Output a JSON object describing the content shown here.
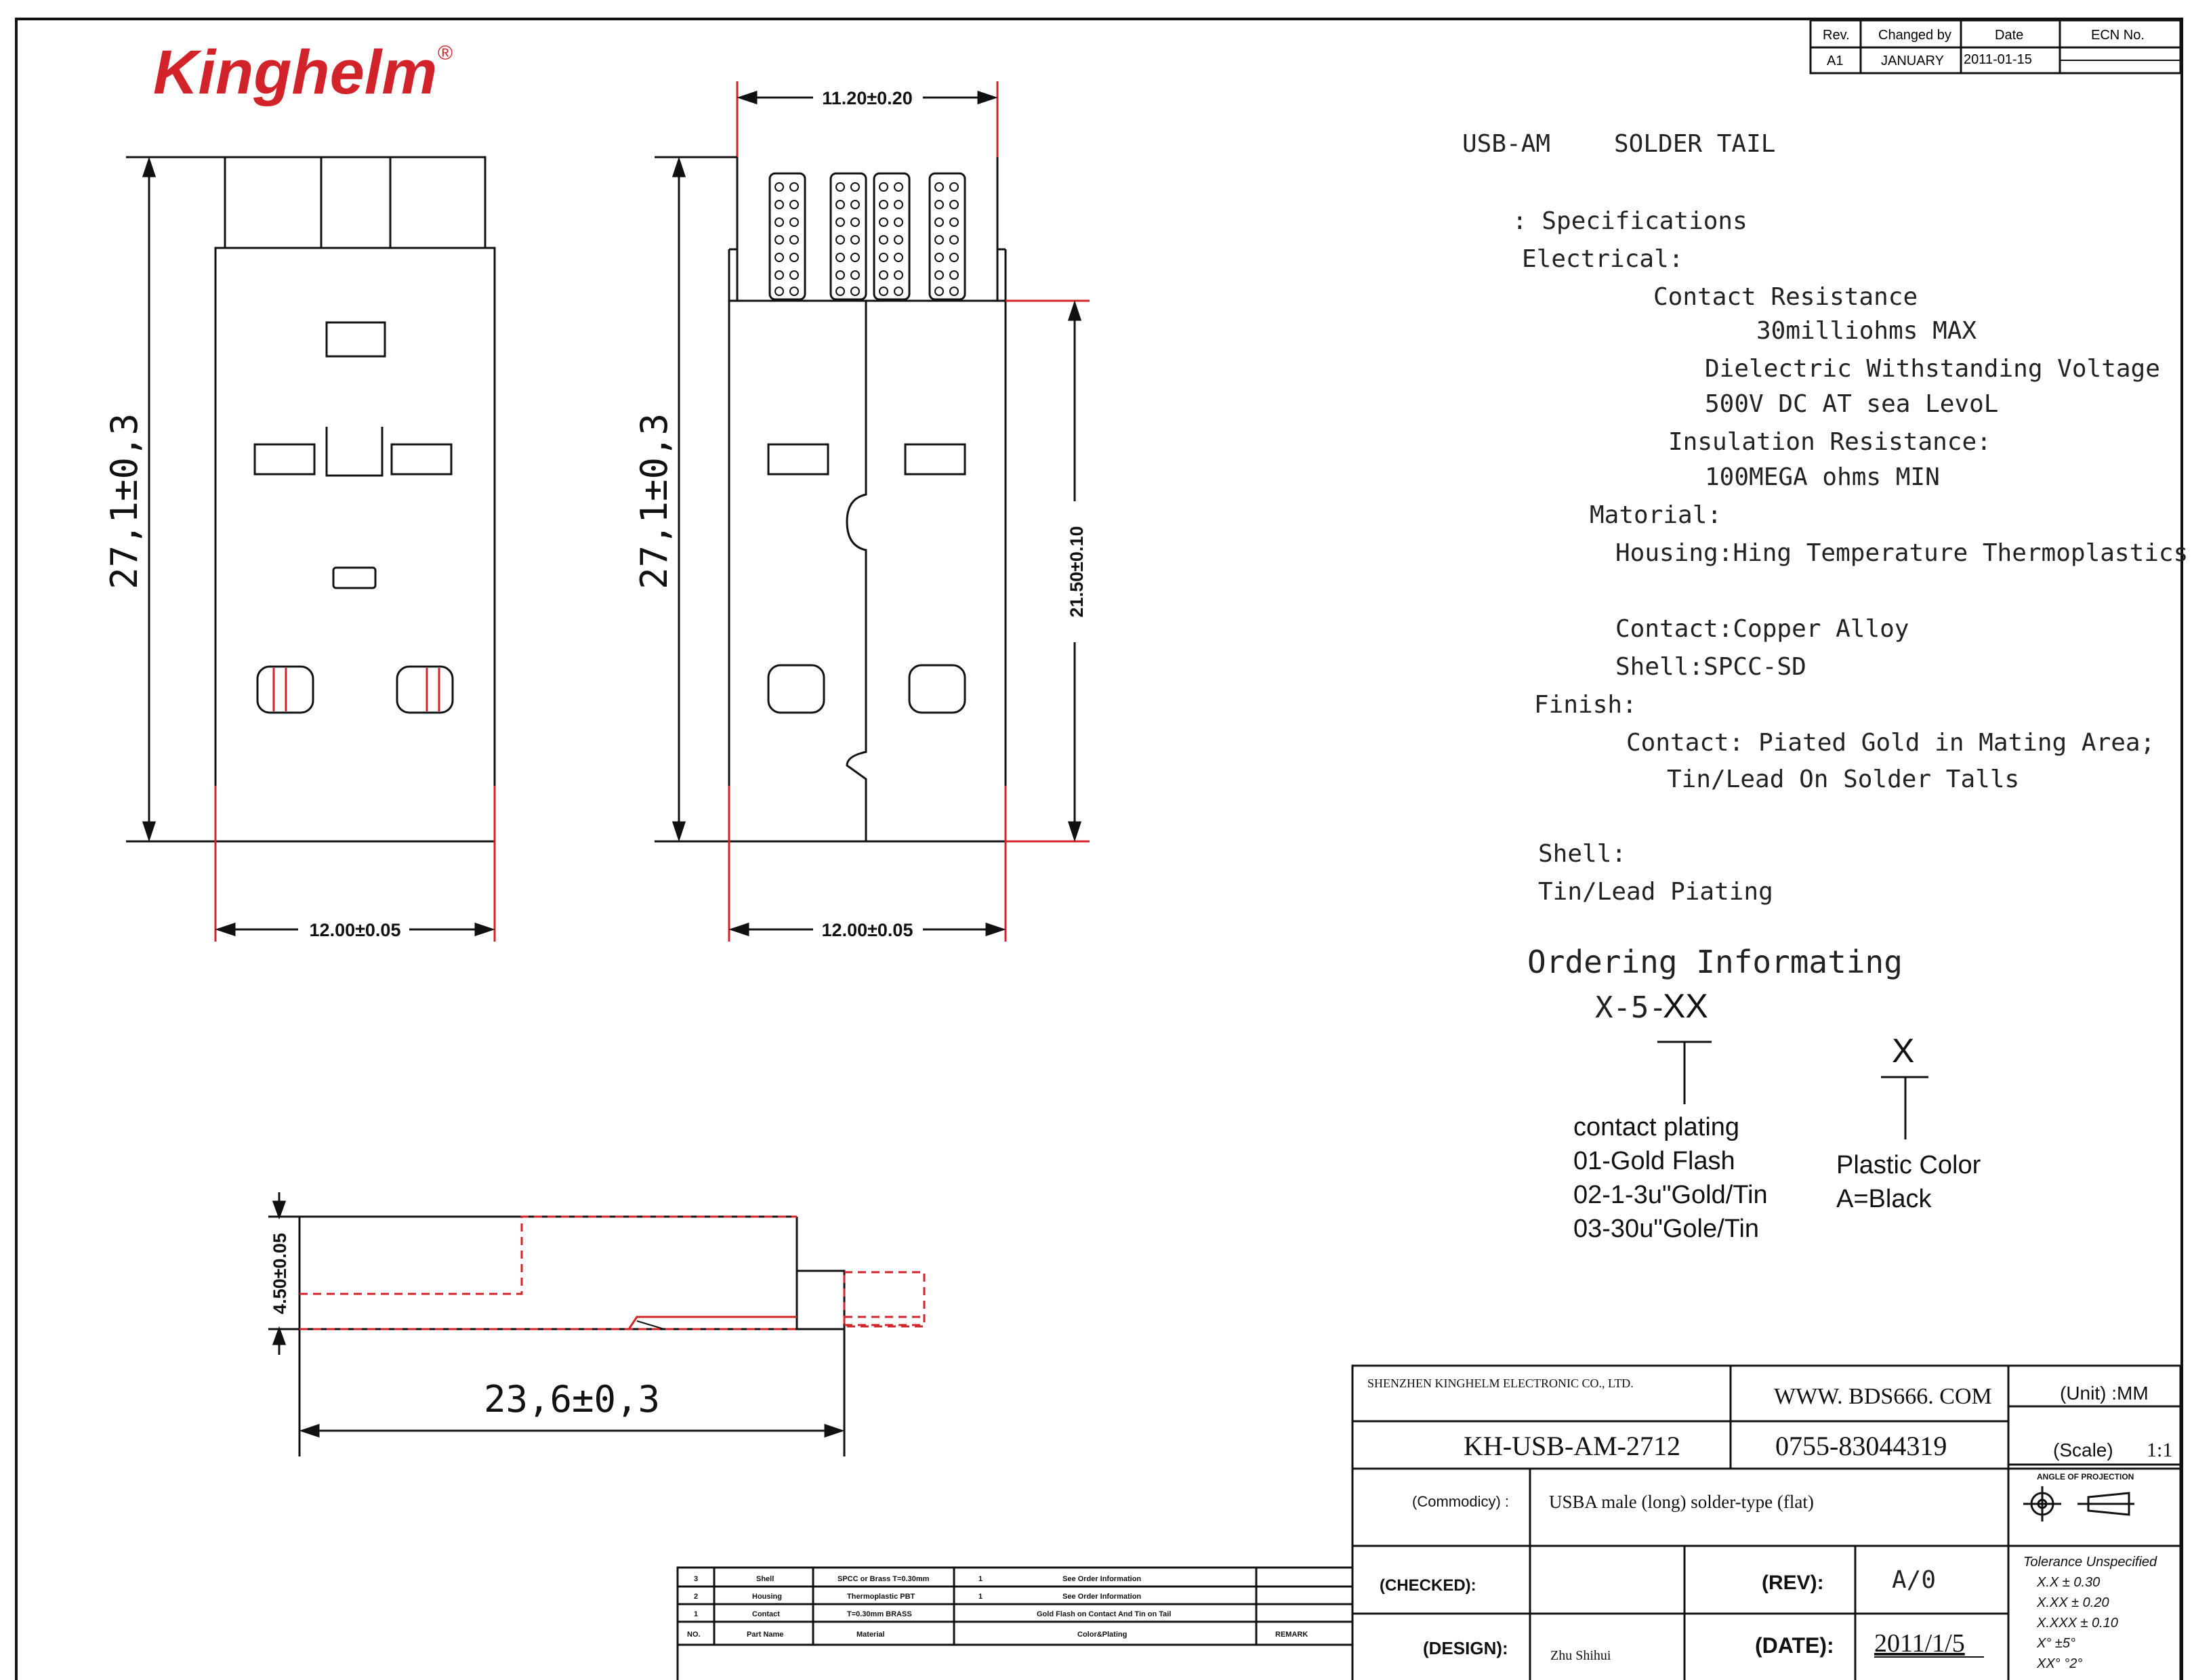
{
  "brand": {
    "name": "Kinghelm",
    "mark": "®",
    "color": "#d3232a"
  },
  "revision_table": {
    "headers": [
      "Rev.",
      "Changed by",
      "Date",
      "ECN No."
    ],
    "row": [
      "A1",
      "JANUARY",
      "2011-01-15",
      ""
    ]
  },
  "title": {
    "part": "USB-AM",
    "type": "SOLDER TAIL"
  },
  "specifications": {
    "heading": ": Specifications",
    "electrical": "Electrical:",
    "contact_resistance": "Contact Resistance",
    "contact_resistance_value": "30milliohms MAX",
    "dielectric": "Dielectric  Withstanding Voltage",
    "dielectric_value": "500V DC AT sea LevoL",
    "insulation": "Insulation    Resistance:",
    "insulation_value": "100MEGA  ohms MIN",
    "material": "Matorial:",
    "housing": "Housing:Hing  Temperature Thermoplastics,",
    "contact": "Contact:Copper  Alloy",
    "shell": "Shell:SPCC-SD",
    "finish": "Finish:",
    "finish_contact": "Contact: Piated Gold  in  Mating  Area;",
    "finish_tail": "Tin/Lead On Solder Talls",
    "shell_finish": "Shell:",
    "shell_finish_value": "Tin/Lead  Piating"
  },
  "ordering": {
    "heading": "Ordering  Informating",
    "code_prefix": "X-5-",
    "code_suffix": "XX",
    "plating_title": "contact  plating",
    "plating_options": [
      "01-Gold Flash",
      "02-1-3u\"Gold/Tin",
      "03-30u\"Gole/Tin"
    ],
    "color_code": "X",
    "color_title": "Plastic Color",
    "color_option": "A=Black"
  },
  "dimensions": {
    "front_height": "27,1±0,3",
    "front_width": "12.00±0.05",
    "top_width": "11.20±0.20",
    "side_height": "27,1±0,3",
    "side_width": "12.00±0.05",
    "side_inner_height": "21.50±0.10",
    "profile_height": "4.50±0.05",
    "profile_length": "23,6±0,3"
  },
  "bom": {
    "rows": [
      [
        "3",
        "Shell",
        "SPCC or Brass T=0.30mm",
        "1",
        "See Order Information",
        ""
      ],
      [
        "2",
        "Housing",
        "Thermoplastic  PBT",
        "1",
        "See Order Information",
        ""
      ],
      [
        "1",
        "Contact",
        "T=0.30mm BRASS",
        "",
        "Gold Flash on Contact And Tin on Tail",
        ""
      ]
    ],
    "headers": [
      "NO.",
      "Part Name",
      "Material",
      "",
      "Color&Plating",
      "REMARK"
    ]
  },
  "title_block": {
    "company": "SHENZHEN KINGHELM ELECTRONIC CO., LTD.",
    "website": "WWW. BDS666. COM",
    "unit": "(Unit) :MM",
    "part_number": "KH-USB-AM-2712",
    "phone": "0755-83044319",
    "scale_label": "(Scale)",
    "scale_value": "1:1",
    "commodity_label": "(Commodicy) :",
    "commodity": "USBA male  (long)  solder-type  (flat)",
    "projection_label": "ANGLE OF PROJECTION",
    "checked_label": "(CHECKED):",
    "rev_label": "(REV):",
    "rev_value": "A/0",
    "design_label": "(DESIGN):",
    "designer": "Zhu Shihui",
    "date_label": "(DATE):",
    "date_value": "2011/1/5",
    "tolerance_title": "Tolerance  Unspecified",
    "tolerances": [
      "X.X     ± 0.30",
      "X.XX    ± 0.20",
      "X.XXX  ± 0.10",
      "X°    ±5°",
      "XX°   °2°"
    ]
  }
}
